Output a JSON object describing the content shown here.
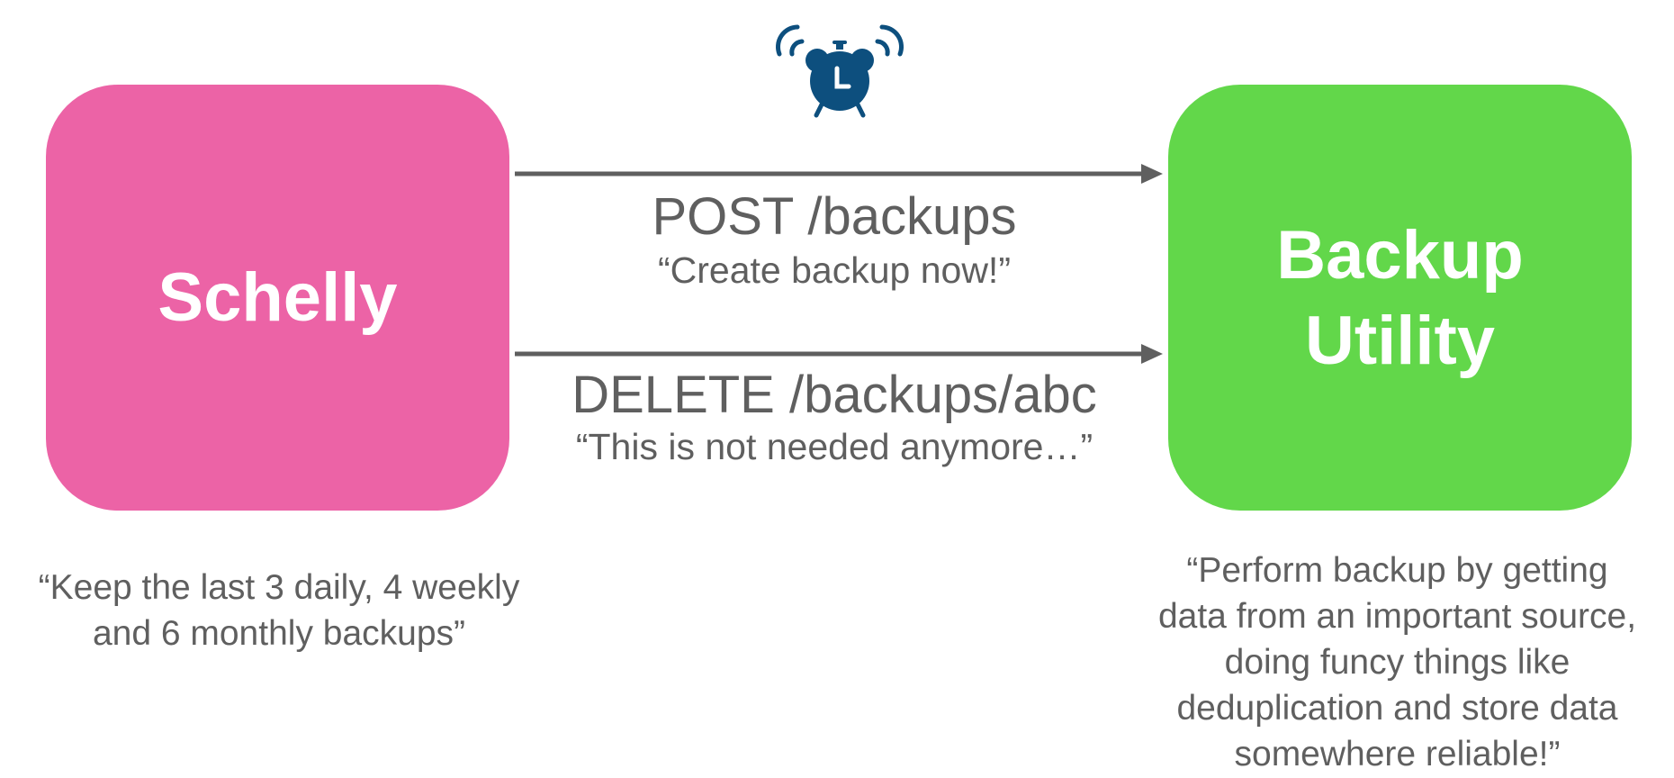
{
  "nodes": {
    "schelly": {
      "label": "Schelly",
      "color": "#ec63a6",
      "note_lines": [
        "“Keep the last 3 daily, 4 weekly",
        "and 6 monthly backups”"
      ]
    },
    "backup_utility": {
      "label_lines": [
        "Backup",
        "Utility"
      ],
      "color": "#62d74a",
      "note_lines": [
        "“Perform backup by getting",
        "data from an important source,",
        "doing funcy things like",
        "deduplication and store data",
        "somewhere reliable!”"
      ]
    }
  },
  "edges": [
    {
      "from": "Schelly",
      "to": "Backup Utility",
      "method": "POST /backups",
      "quote": "“Create backup now!”"
    },
    {
      "from": "Schelly",
      "to": "Backup Utility",
      "method": "DELETE /backups/abc",
      "quote": "“This is not needed anymore…”"
    }
  ],
  "icons": {
    "alarm_clock": {
      "name": "alarm-clock-icon",
      "color": "#0d4f7e"
    }
  },
  "colors": {
    "arrow": "#5f5f5f",
    "text": "#5f5f5f"
  }
}
